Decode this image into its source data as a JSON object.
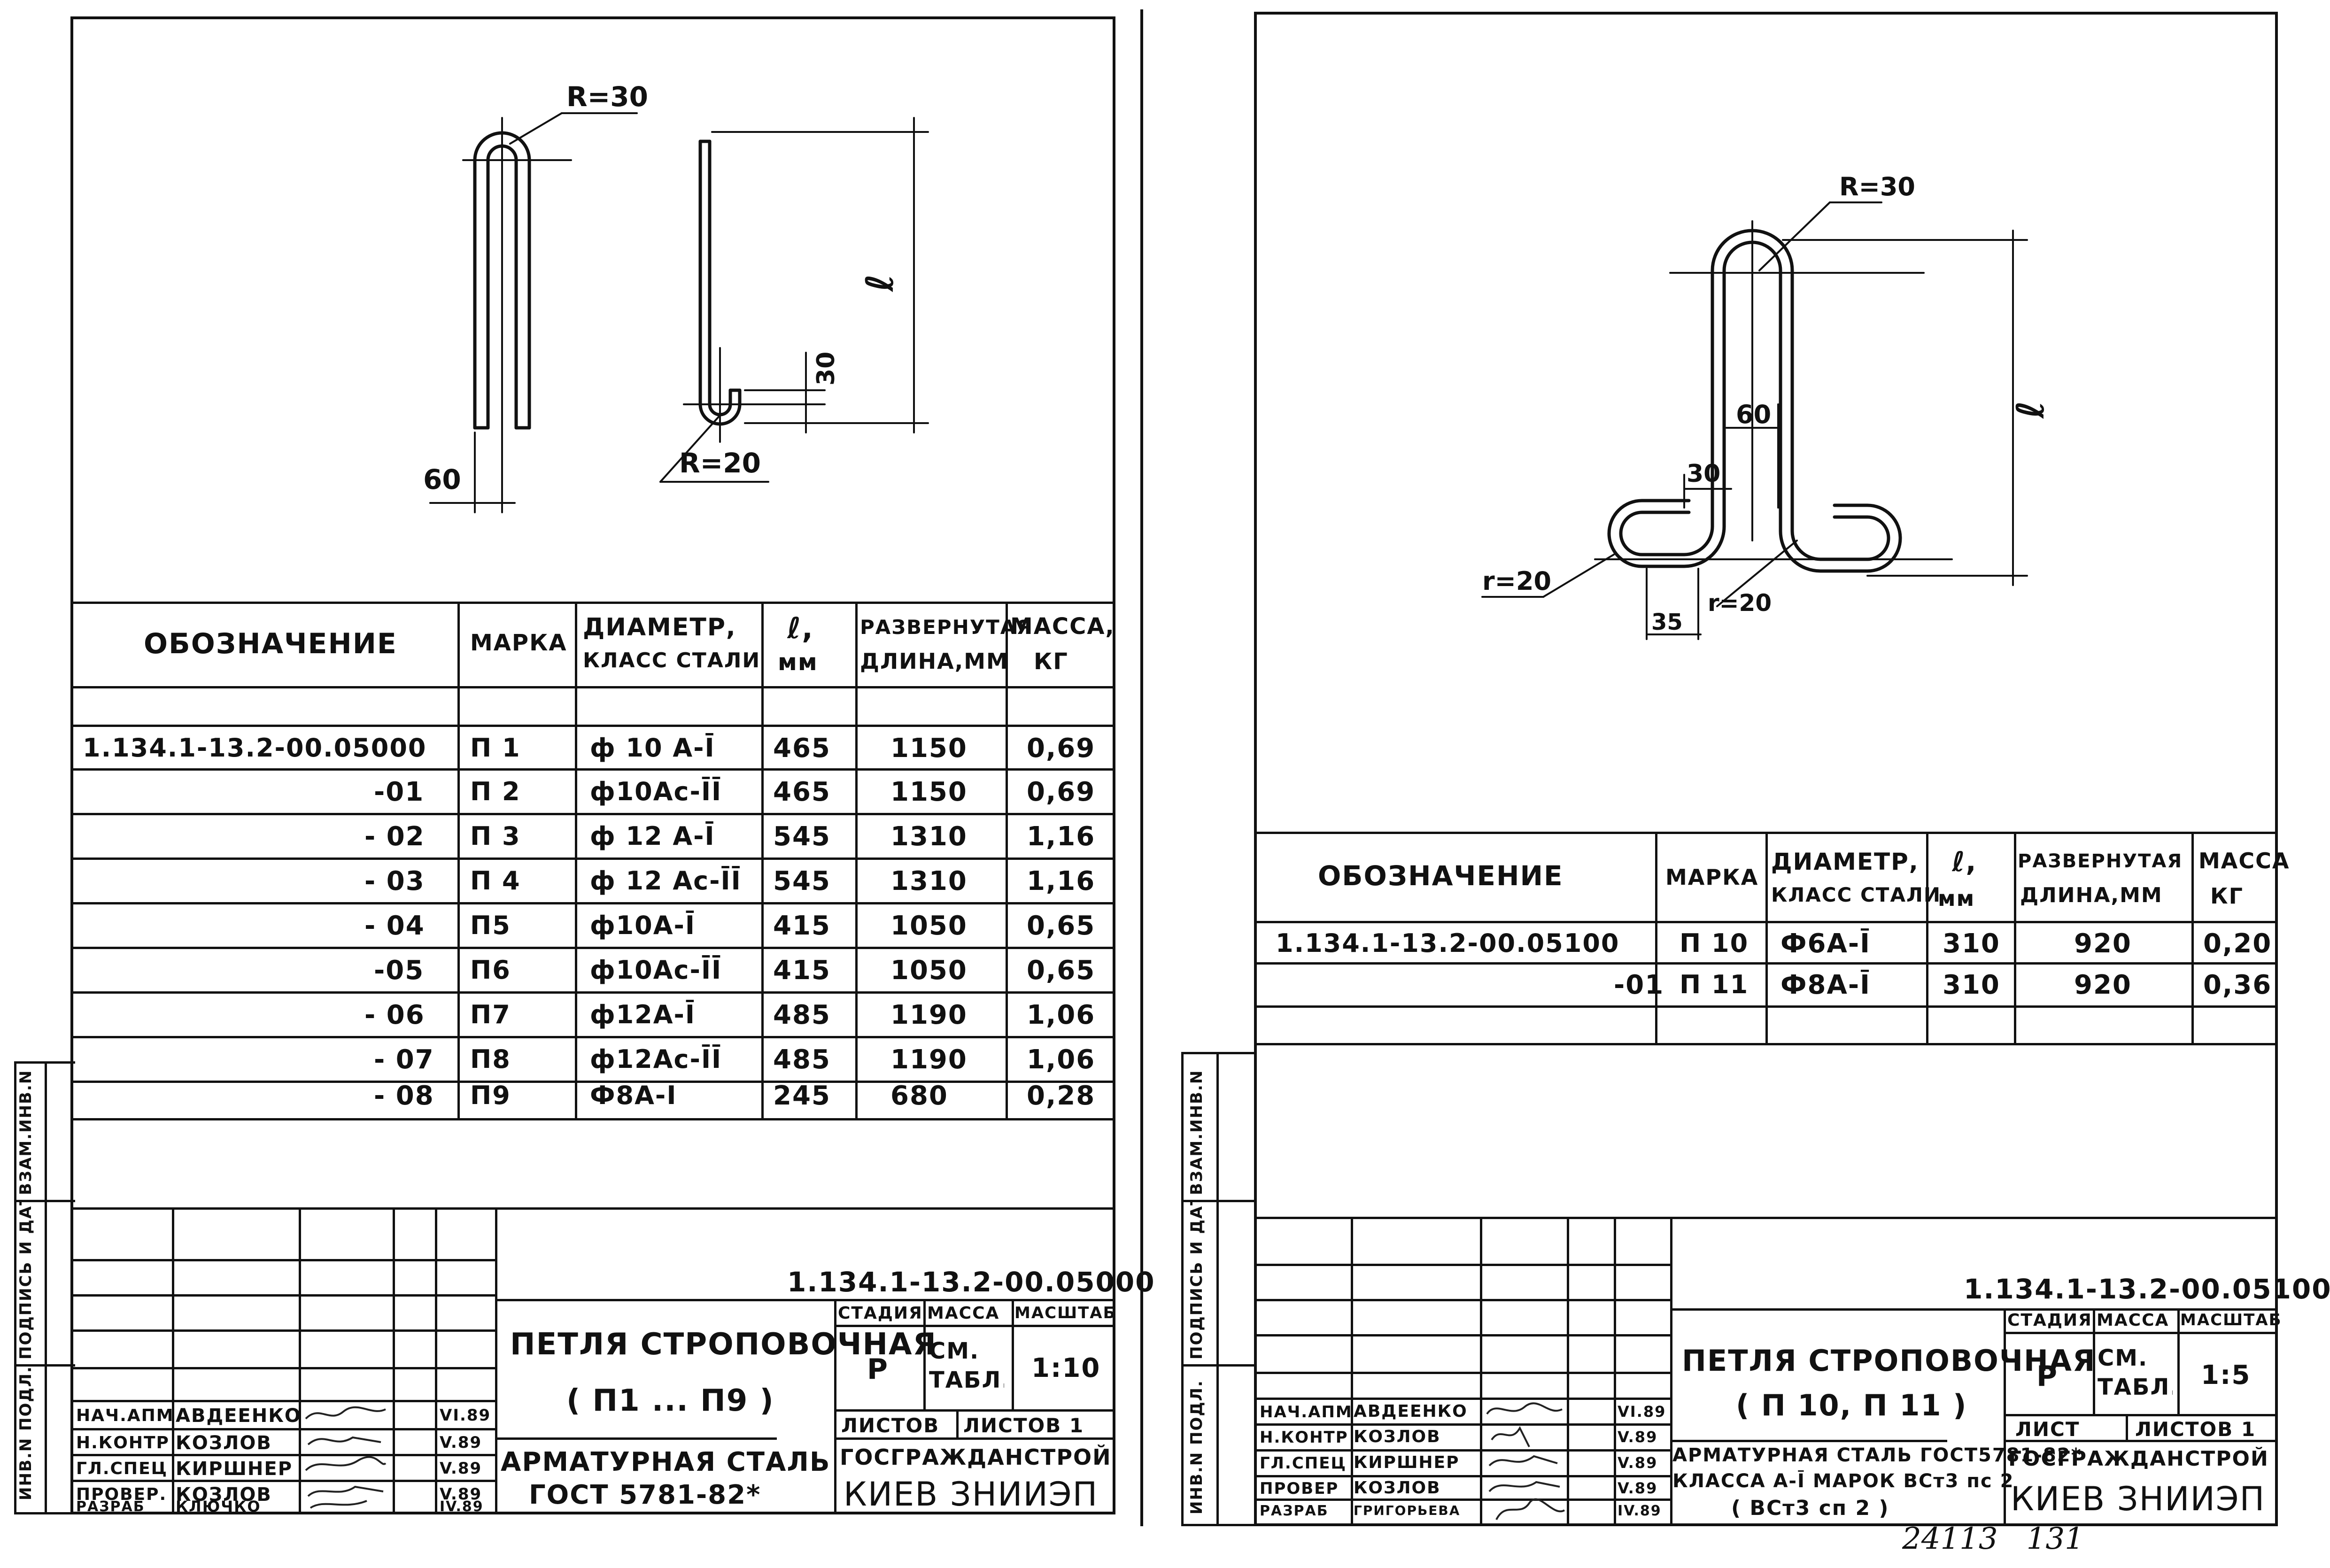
{
  "left_sheet": {
    "drawing": {
      "r_top": "R=30",
      "r_bottom": "R=20",
      "dim_width": "60",
      "dim_hook": "30",
      "dim_length": "ℓ"
    },
    "table": {
      "headers": {
        "designation": "ОБОЗНАЧЕНИЕ",
        "mark": "МАРКА",
        "diameter": [
          "ДИАМЕТР,",
          "КЛАСС СТАЛИ"
        ],
        "length": [
          "ℓ,",
          "мм"
        ],
        "developed": [
          "РАЗВЕРНУТАЯ",
          "ДЛИНА,ММ"
        ],
        "mass": [
          "МАССА,",
          "КГ"
        ]
      },
      "rows": [
        {
          "designation": "1.134.1-13.2-00.05000",
          "mark": "П 1",
          "diameter": "ф 10 А-Ī",
          "length": "465",
          "developed": "1150",
          "mass": "0,69"
        },
        {
          "designation": "-01",
          "mark": "П 2",
          "diameter": "ф10Ас-ĪĪ",
          "length": "465",
          "developed": "1150",
          "mass": "0,69"
        },
        {
          "designation": "- 02",
          "mark": "П 3",
          "diameter": "ф 12 А-Ī",
          "length": "545",
          "developed": "1310",
          "mass": "1,16"
        },
        {
          "designation": "- 03",
          "mark": "П 4",
          "diameter": "ф 12 Ас-ĪĪ",
          "length": "545",
          "developed": "1310",
          "mass": "1,16"
        },
        {
          "designation": "- 04",
          "mark": "П5",
          "diameter": "ф10А-Ī",
          "length": "415",
          "developed": "1050",
          "mass": "0,65"
        },
        {
          "designation": "-05",
          "mark": "П6",
          "diameter": "ф10Ас-ĪĪ",
          "length": "415",
          "developed": "1050",
          "mass": "0,65"
        },
        {
          "designation": "- 06",
          "mark": "П7",
          "diameter": "ф12А-Ī",
          "length": "485",
          "developed": "1190",
          "mass": "1,06"
        },
        {
          "designation": "- 07",
          "mark": "П8",
          "diameter": "ф12Ас-ĪĪ",
          "length": "485",
          "developed": "1190",
          "mass": "1,06"
        },
        {
          "designation": "- 08",
          "mark": "П9",
          "diameter": "Ф8А-Ī",
          "length": "245",
          "developed": "680",
          "mass": "0,28"
        }
      ]
    },
    "side_labels": [
      "ИНВ.N ПОДЛ.",
      "ПОДПИСЬ И ДАТА",
      "ВЗАМ.ИНВ.N"
    ],
    "title_block": {
      "doc_number": "1.134.1-13.2-00.05000",
      "title": "ПЕТЛЯ СТРОПОВОЧНАЯ",
      "subtitle": "( П1 ... П9 )",
      "material_line1": "АРМАТУРНАЯ СТАЛЬ",
      "material_line2": "ГОСТ 5781-82*",
      "stage_label": "СТАДИЯ",
      "mass_label": "МАССА",
      "scale_label": "МАСШТАБ",
      "stage": "Р",
      "mass": "СМ. ТАБЛ.",
      "scale": "1:10",
      "sheets_label": "ЛИСТОВ",
      "sheets_total": "ЛИСТОВ 1",
      "org1": "ГОСГРАЖДАНСТРОЙ",
      "org2": "КИЕВ ЗНИИЭП",
      "staff": [
        {
          "role": "НАЧ.АПМ",
          "name": "АВДЕЕНКО",
          "date": "VI.89"
        },
        {
          "role": "Н.КОНТР",
          "name": "КОЗЛОВ",
          "date": "V.89"
        },
        {
          "role": "ГЛ.СПЕЦ",
          "name": "КИРШНЕР",
          "date": "V.89"
        },
        {
          "role": "ПРОВЕР.",
          "name": "КОЗЛОВ",
          "date": "V.89"
        },
        {
          "role": "РАЗРАБ",
          "name": "КЛЮЧКО",
          "date": "IV.89"
        }
      ]
    }
  },
  "right_sheet": {
    "drawing": {
      "r_top": "R=30",
      "r_left": "r=20",
      "r_right": "r=20",
      "dim_60": "60",
      "dim_30": "30",
      "dim_35": "35",
      "dim_length": "ℓ"
    },
    "table": {
      "headers": {
        "designation": "ОБОЗНАЧЕНИЕ",
        "mark": "МАРКА",
        "diameter": [
          "ДИАМЕТР,",
          "КЛАСС СТАЛИ"
        ],
        "length": [
          "ℓ,",
          "мм"
        ],
        "developed": [
          "РАЗВЕРНУТАЯ",
          "ДЛИНА,ММ"
        ],
        "mass": [
          "МАССА",
          "КГ"
        ]
      },
      "rows": [
        {
          "designation": "1.134.1-13.2-00.05100",
          "mark": "П 10",
          "diameter": "Ф6А-Ī",
          "length": "310",
          "developed": "920",
          "mass": "0,20"
        },
        {
          "designation": "-01",
          "mark": "П 11",
          "diameter": "Ф8А-Ī",
          "length": "310",
          "developed": "920",
          "mass": "0,36"
        }
      ]
    },
    "side_labels": [
      "ИНВ.N ПОДЛ.",
      "ПОДПИСЬ И ДАТА",
      "ВЗАМ.ИНВ.N"
    ],
    "title_block": {
      "doc_number": "1.134.1-13.2-00.05100",
      "title": "ПЕТЛЯ СТРОПОВОЧНАЯ",
      "subtitle": "( П 10, П 11 )",
      "material_line1": "АРМАТУРНАЯ СТАЛЬ ГОСТ5781-82*",
      "material_line2": "КЛАССА А-Ī МАРОК ВСт3 пс 2",
      "material_line3": "( ВСт3 сп 2 )",
      "stage_label": "СТАДИЯ",
      "mass_label": "МАССА",
      "scale_label": "МАСШТАБ",
      "stage": "Р",
      "mass": "СМ. ТАБЛ.",
      "scale": "1:5",
      "sheet_label": "ЛИСТ",
      "sheets_total": "ЛИСТОВ 1",
      "org1": "ГОСГРАЖДАНСТРОЙ",
      "org2": "КИЕВ ЗНИИЭП",
      "staff": [
        {
          "role": "НАЧ.АПМ",
          "name": "АВДЕЕНКО",
          "date": "VI.89"
        },
        {
          "role": "Н.КОНТР",
          "name": "КОЗЛОВ",
          "date": "V.89"
        },
        {
          "role": "ГЛ.СПЕЦ",
          "name": "КИРШНЕР",
          "date": "V.89"
        },
        {
          "role": "ПРОВЕР",
          "name": "КОЗЛОВ",
          "date": "V.89"
        },
        {
          "role": "РАЗРАБ",
          "name": "ГРИГОРЬЕВА",
          "date": "IV.89"
        }
      ]
    }
  },
  "footer_numbers": "24113   131"
}
